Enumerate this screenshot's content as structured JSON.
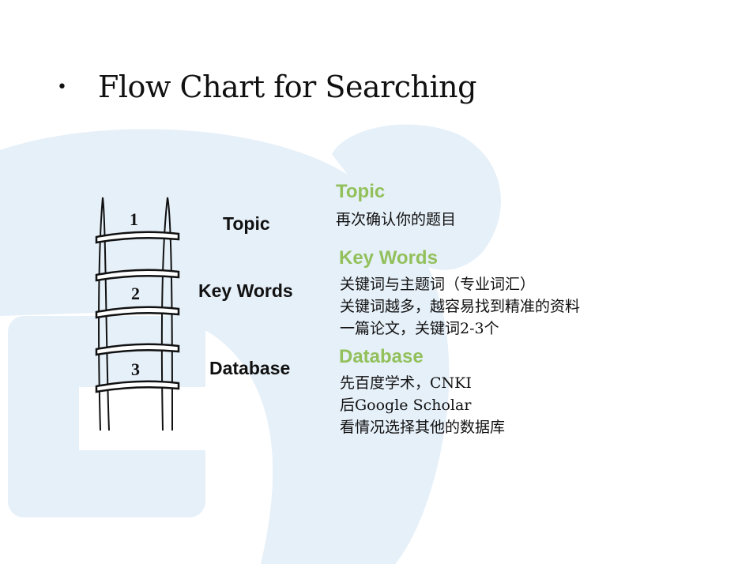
{
  "colors": {
    "accent_green": "#92c05b",
    "background_shape": "#e6f0f9"
  },
  "slide": {
    "bullet": "•",
    "title": "Flow Chart for Searching"
  },
  "ladder": {
    "steps": [
      {
        "number": "1",
        "label": "Topic"
      },
      {
        "number": "2",
        "label": "Key Words"
      },
      {
        "number": "3",
        "label": "Database"
      }
    ]
  },
  "details": {
    "topic": {
      "heading": "Topic",
      "lines": [
        "再次确认你的题目"
      ]
    },
    "keywords": {
      "heading": "Key Words",
      "lines": [
        "关键词与主题词（专业词汇）",
        "关键词越多，越容易找到精准的资料",
        "一篇论文，关键词2-3个"
      ]
    },
    "database": {
      "heading": "Database",
      "lines": [
        "先百度学术，CNKI",
        "后Google Scholar",
        "看情况选择其他的数据库"
      ]
    }
  }
}
